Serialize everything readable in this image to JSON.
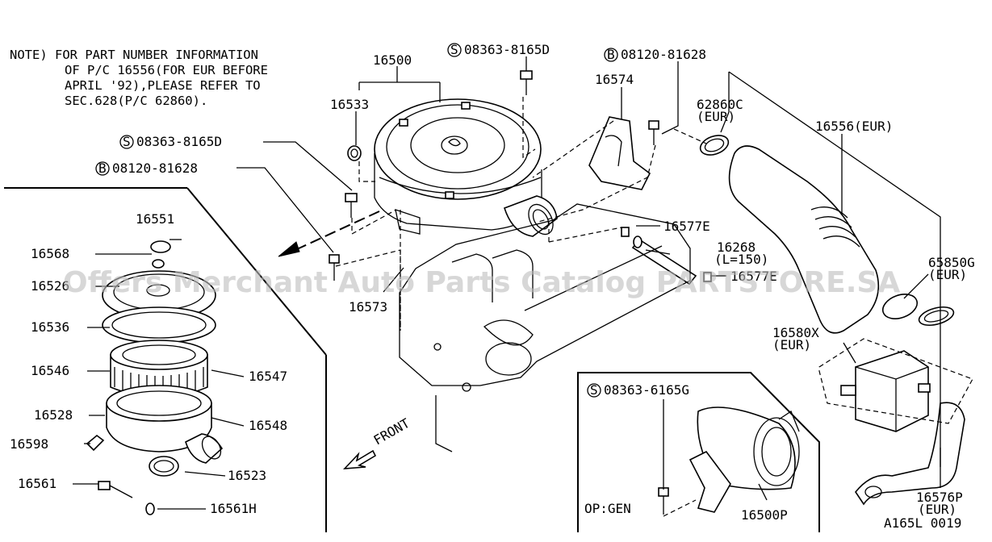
{
  "note": [
    "NOTE) FOR PART NUMBER INFORMATION",
    "OF P/C 16556(FOR EUR BEFORE",
    "APRIL '92),PLEASE REFER TO",
    "SEC.628(P/C 62860)."
  ],
  "watermark": "Offers Merchant Auto Parts Catalog PARTSTORE.SA",
  "diagram_code": "A165L 0019",
  "front_label": "FRONT",
  "op_label": "OP:GEN",
  "callouts": {
    "c16500": "16500",
    "c16533": "16533",
    "s_top": "08363-8165D",
    "s_top_prefix": "S",
    "b_top": "08120-81628",
    "b_top_prefix": "B",
    "c16574": "16574",
    "c62860c": "62860C",
    "c62860c_eur": "(EUR)",
    "c16556": "16556(EUR)",
    "s_left": "08363-8165D",
    "s_left_prefix": "S",
    "b_left": "08120-81628",
    "b_left_prefix": "B",
    "c16551": "16551",
    "c16568": "16568",
    "c16526": "16526",
    "c16536": "16536",
    "c16546": "16546",
    "c16547": "16547",
    "c16528": "16528",
    "c16548": "16548",
    "c16598": "16598",
    "c16523": "16523",
    "c16561": "16561",
    "c16561h": "16561H",
    "c16577e_a": "16577E",
    "c16268": "16268",
    "c16268_len": "(L=150)",
    "c16577e_b": "16577E",
    "c16573": "16573",
    "c65850g": "65850G",
    "c65850g_eur": "(EUR)",
    "c16580x": "16580X",
    "c16580x_eur": "(EUR)",
    "s_box": "08363-6165G",
    "s_box_prefix": "S",
    "c16500p": "16500P",
    "c16576p": "16576P",
    "c16576p_eur": "(EUR)"
  }
}
